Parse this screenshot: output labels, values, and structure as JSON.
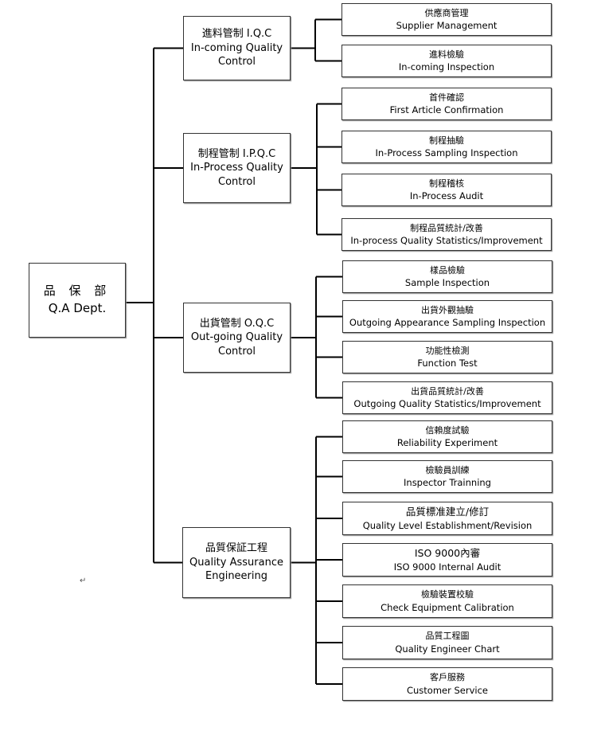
{
  "root": {
    "zh": "品 保 部",
    "en": "Q.A Dept."
  },
  "departments": [
    {
      "id": "iqc",
      "zh": "進料管制 I.Q.C",
      "en_lines": [
        "In-coming Quality",
        "Control"
      ],
      "children": [
        {
          "zh": "供應商管理",
          "en": "Supplier Management"
        },
        {
          "zh": "進料檢驗",
          "en": "In-coming Inspection"
        }
      ]
    },
    {
      "id": "ipqc",
      "zh": "制程管制 I.P.Q.C",
      "en_lines": [
        "In-Process Quality",
        "Control"
      ],
      "children": [
        {
          "zh": "首件確認",
          "en": "First Article Confirmation"
        },
        {
          "zh": "制程抽驗",
          "en": "In-Process Sampling Inspection"
        },
        {
          "zh": "制程稽核",
          "en": "In-Process Audit"
        },
        {
          "zh": "制程品質統計/改善",
          "en": "In-process Quality Statistics/Improvement"
        }
      ]
    },
    {
      "id": "oqc",
      "zh": "出貨管制 O.Q.C",
      "en_lines": [
        "Out-going Quality",
        "Control"
      ],
      "children": [
        {
          "zh": "樣品檢驗",
          "en": "Sample Inspection"
        },
        {
          "zh": "出貨外觀抽驗",
          "en": "Outgoing Appearance Sampling Inspection"
        },
        {
          "zh": "功能性檢測",
          "en": "Function Test"
        },
        {
          "zh": "出貨品質統計/改善",
          "en": "Outgoing Quality Statistics/Improvement"
        }
      ]
    },
    {
      "id": "qae",
      "zh": "品質保証工程",
      "en_lines": [
        "Quality Assurance",
        "Engineering"
      ],
      "children": [
        {
          "zh": "信賴度試驗",
          "en": "Reliability Experiment"
        },
        {
          "zh": "檢驗員訓練",
          "en": "Inspector Trainning"
        },
        {
          "zh": "品質標准建立/修訂",
          "en": "Quality Level Establishment/Revision"
        },
        {
          "zh": "ISO 9000內審",
          "en": "ISO 9000 Internal Audit"
        },
        {
          "zh": "檢驗裝置校驗",
          "en": "Check Equipment Calibration"
        },
        {
          "zh": "品質工程圖",
          "en": "Quality Engineer Chart"
        },
        {
          "zh": "客戶服務",
          "en": "Customer Service"
        }
      ]
    }
  ],
  "note_mark": "↵",
  "colors": {
    "line": "#000000",
    "border": "#333333",
    "shadow": "#888888"
  }
}
